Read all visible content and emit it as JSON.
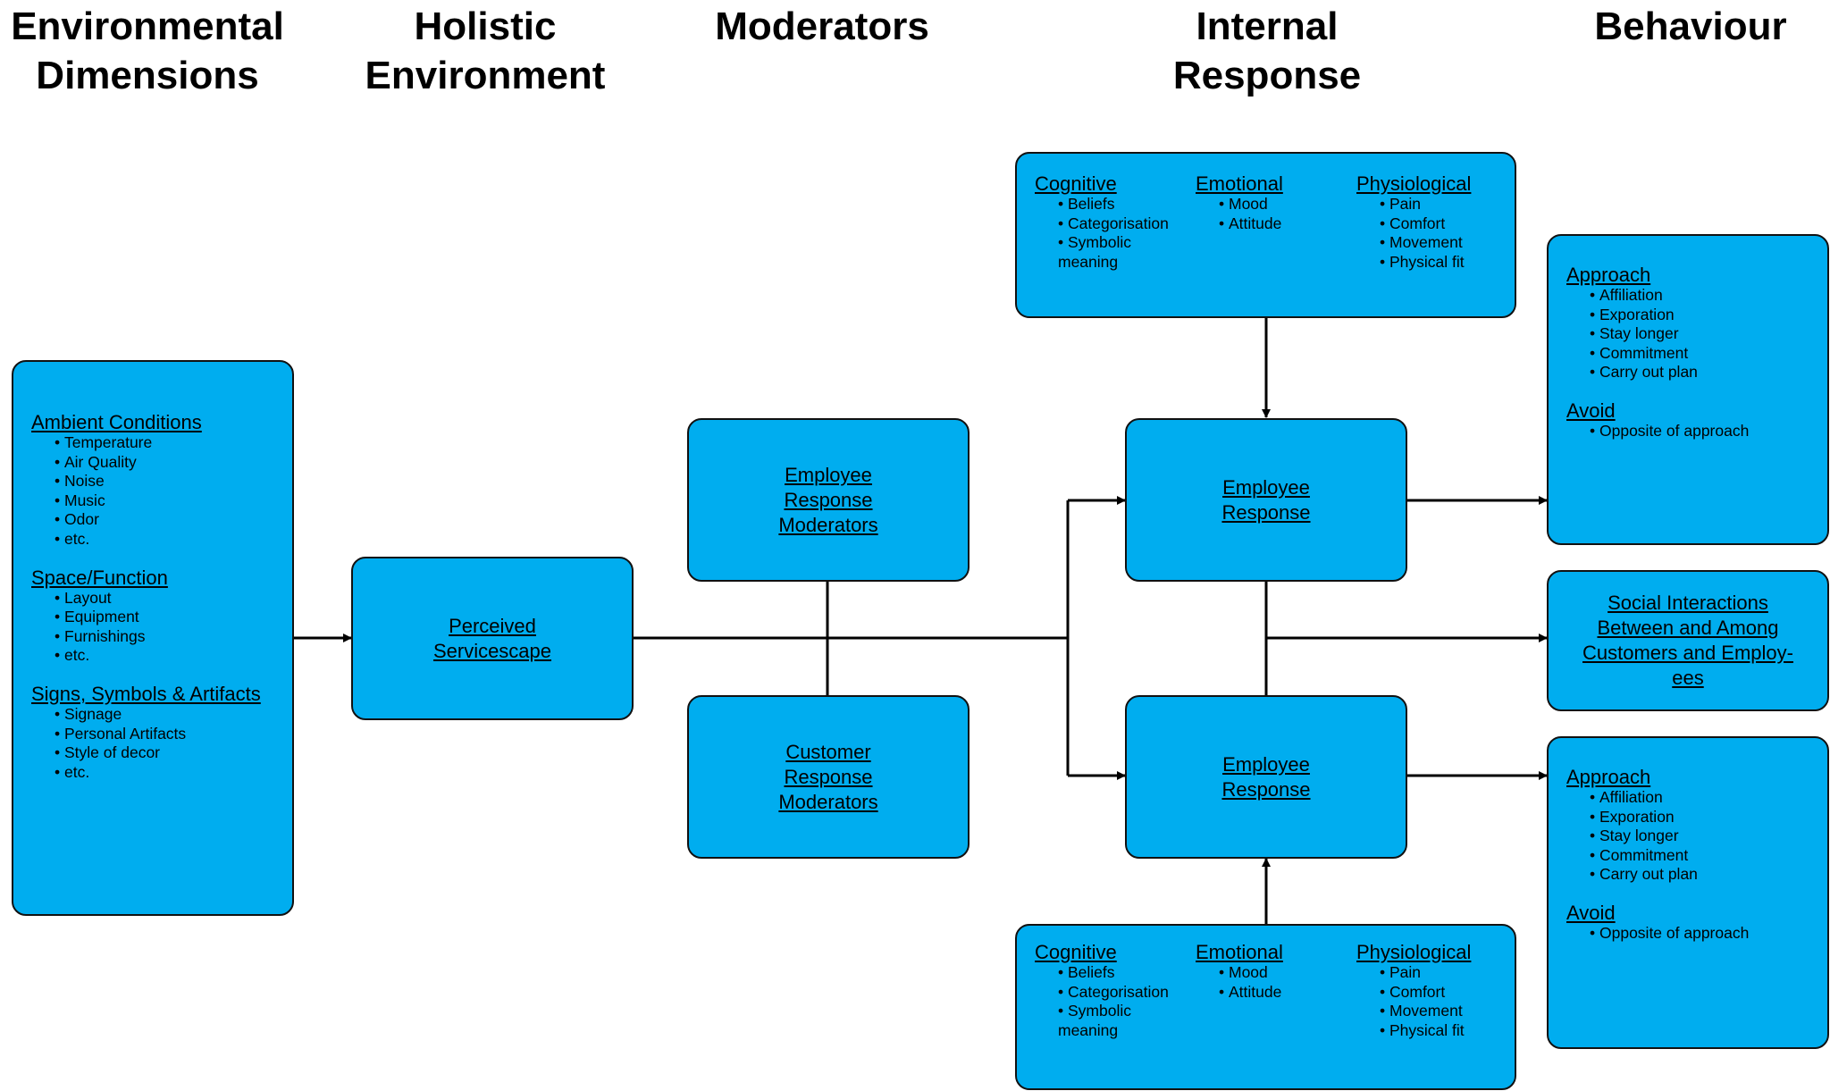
{
  "columns": {
    "environmental_dimensions": "Environmental\nDimensions",
    "holistic_environment": "Holistic\nEnvironment",
    "moderators": "Moderators",
    "internal_response": "Internal\nResponse",
    "behaviour": "Behaviour"
  },
  "environment": {
    "ambient": {
      "title": "Ambient Conditions",
      "items": [
        "Temperature",
        "Air Quality",
        "Noise",
        "Music",
        "Odor",
        "etc."
      ]
    },
    "space": {
      "title": "Space/Function",
      "items": [
        "Layout",
        "Equipment",
        "Furnishings",
        "etc."
      ]
    },
    "signs": {
      "title": "Signs, Symbols & Artifacts",
      "items": [
        "Signage",
        "Personal Artifacts",
        "Style of decor",
        "etc."
      ]
    }
  },
  "perceived_servicescape": "Perceived\nServicescape",
  "moderators": {
    "employee": "Employee\nResponse\nModerators",
    "customer": "Customer\nResponse\nModerators"
  },
  "internal": {
    "cognitive": {
      "title": "Cognitive",
      "items": [
        "Beliefs",
        "Categorisation",
        "Symbolic"
      ],
      "tail": "meaning"
    },
    "emotional": {
      "title": "Emotional",
      "items": [
        "Mood",
        "Attitude"
      ]
    },
    "physiological": {
      "title": "Physiological",
      "items": [
        "Pain",
        "Comfort",
        "Movement",
        "Physical fit"
      ]
    }
  },
  "responses": {
    "top": "Employee\nResponse",
    "bottom": "Employee\nResponse"
  },
  "behaviour": {
    "approach": {
      "title": "Approach",
      "items": [
        "Affiliation",
        "Exporation",
        "Stay longer",
        "Commitment",
        "Carry out plan"
      ]
    },
    "avoid": {
      "title": "Avoid",
      "items": [
        "Opposite of approach"
      ]
    },
    "social": "Social Interactions\nBetween and Among\nCustomers and Employ-\nees"
  }
}
